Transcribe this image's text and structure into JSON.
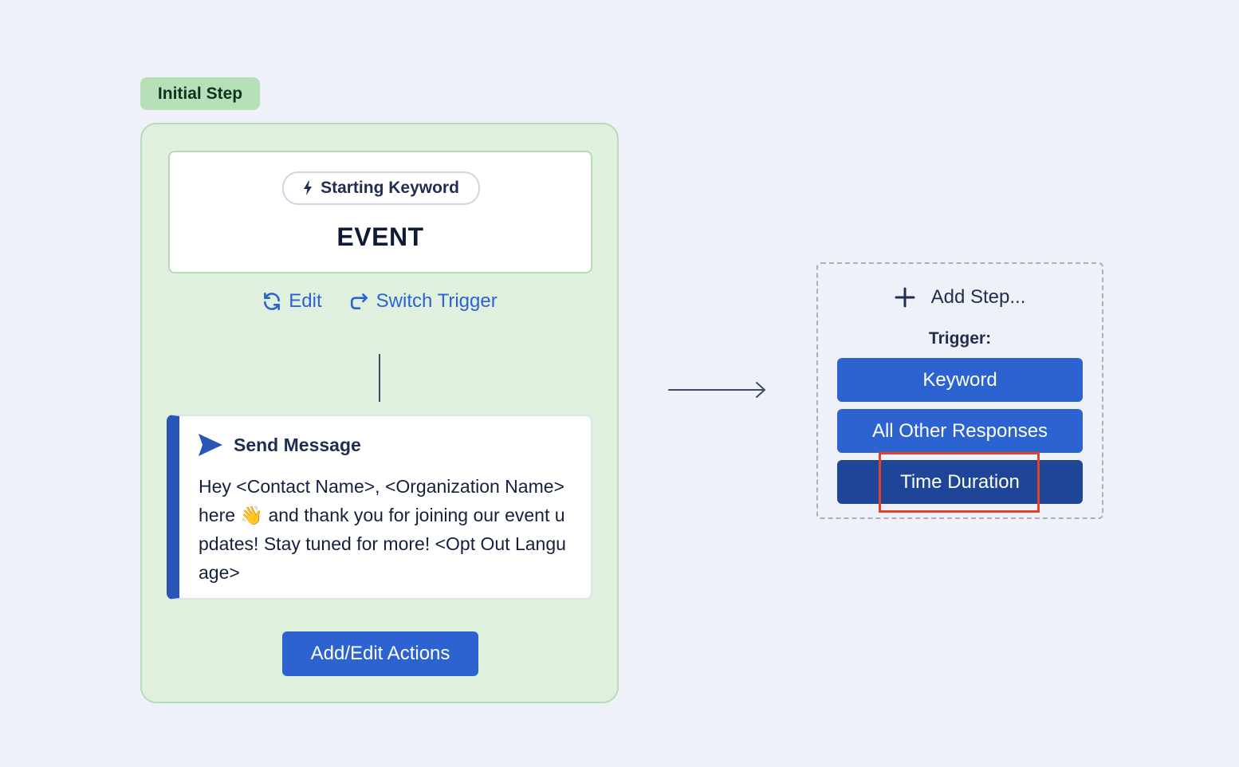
{
  "initial_step": {
    "badge_label": "Initial Step",
    "trigger": {
      "pill_label": "Starting Keyword",
      "pill_icon": "lightning-bolt-icon",
      "keyword": "EVENT"
    },
    "links": {
      "edit_label": "Edit",
      "edit_icon": "refresh-icon",
      "switch_label": "Switch Trigger",
      "switch_icon": "switch-arrow-icon"
    },
    "message": {
      "title": "Send Message",
      "icon": "send-icon",
      "body": "Hey <Contact Name>, <Organization Name> here 👋 and thank you for joining our event updates! Stay tuned for more! <Opt Out Language>"
    },
    "add_edit_actions_label": "Add/Edit Actions"
  },
  "add_step": {
    "title": "Add Step...",
    "icon": "plus-icon",
    "trigger_label": "Trigger:",
    "options": [
      {
        "label": "Keyword",
        "selected": false
      },
      {
        "label": "All Other Responses",
        "selected": false
      },
      {
        "label": "Time Duration",
        "selected": true
      }
    ]
  },
  "colors": {
    "primary_blue": "#2c63d1",
    "selected_blue": "#1e4597",
    "step_green": "#dff0df",
    "highlight_red": "#e0432a"
  }
}
